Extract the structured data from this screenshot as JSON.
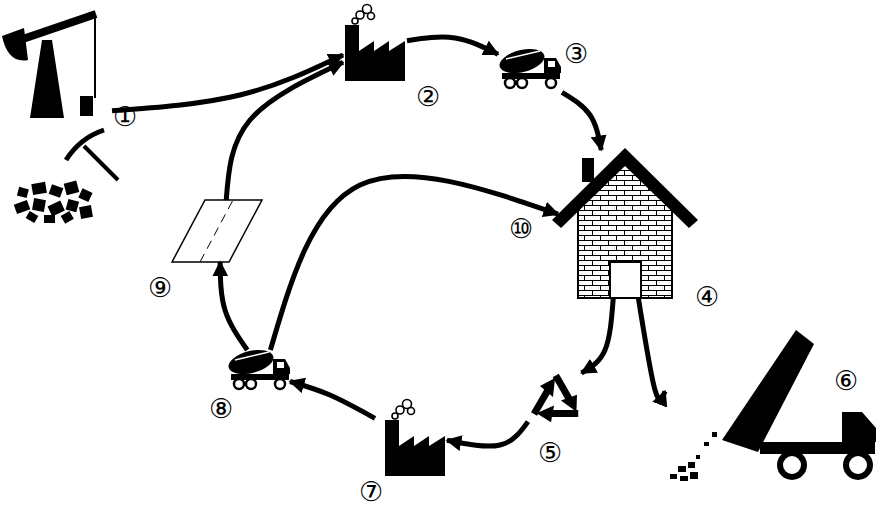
{
  "diagram": {
    "nodes": [
      {
        "text": [
          "①"
        ]
      },
      {
        "text": [
          "②"
        ]
      },
      {
        "text": [
          "③"
        ]
      },
      {
        "text": [
          "④"
        ]
      },
      {
        "text": [
          "⑤"
        ]
      },
      {
        "text": [
          "⑥"
        ]
      },
      {
        "text": [
          "⑦"
        ]
      },
      {
        "text": [
          "⑧"
        ]
      },
      {
        "text": [
          "⑨"
        ]
      }
    ],
    "edges": [
      {
        "from": 0,
        "to": 1,
        "arrow": "to"
      },
      {
        "from": 1,
        "to": 2,
        "arrow": "to"
      },
      {
        "from": 2,
        "to": 3,
        "arrow": "to"
      },
      {
        "from": 3,
        "to": 4,
        "arrow": "to"
      },
      {
        "from": 3,
        "to": 5,
        "arrow": "to"
      },
      {
        "from": 4,
        "to": 6,
        "arrow": "to"
      },
      {
        "from": 6,
        "to": 7,
        "arrow": "to"
      },
      {
        "from": 7,
        "to": 8,
        "arrow": "to"
      },
      {
        "from": 8,
        "to": 1,
        "arrow": "to"
      },
      {
        "from": 7,
        "to": 3,
        "label": "⑩",
        "arrow": "to"
      }
    ]
  }
}
